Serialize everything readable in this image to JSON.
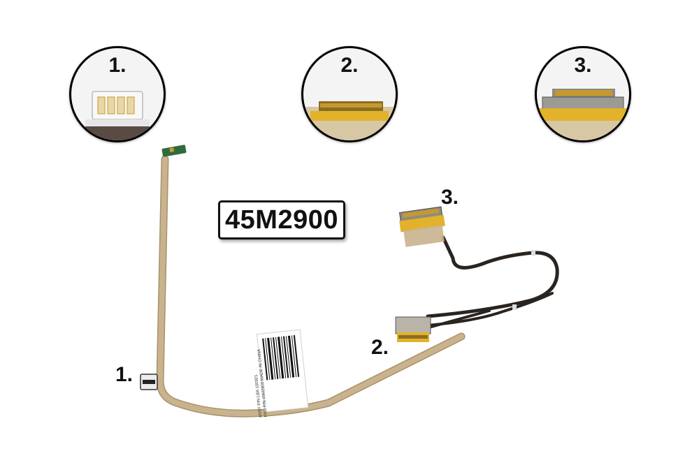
{
  "part_number": "45M2900",
  "insets": [
    {
      "label": "1.",
      "connector": "webcam-connector"
    },
    {
      "label": "2.",
      "connector": "lcd-connector"
    },
    {
      "label": "3.",
      "connector": "lcd-connector-wide"
    }
  ],
  "parts": [
    {
      "label": "1.",
      "connector": "webcam-connector"
    },
    {
      "label": "2.",
      "connector": "lcd-connector"
    },
    {
      "label": "3.",
      "connector": "lcd-connector-wide"
    }
  ],
  "cable_label": {
    "text_lines": [
      "ASSY P/N LBA 100921",
      "FRU P/N 45M2900  MADE IN CHINA"
    ]
  },
  "colors": {
    "ribbon": "#c9b38e",
    "ribbon_edge": "#a8916b",
    "wire": "#2a2420",
    "tape": "#e2b22b",
    "gold": "#c8982e",
    "metal": "#9c9a94"
  }
}
